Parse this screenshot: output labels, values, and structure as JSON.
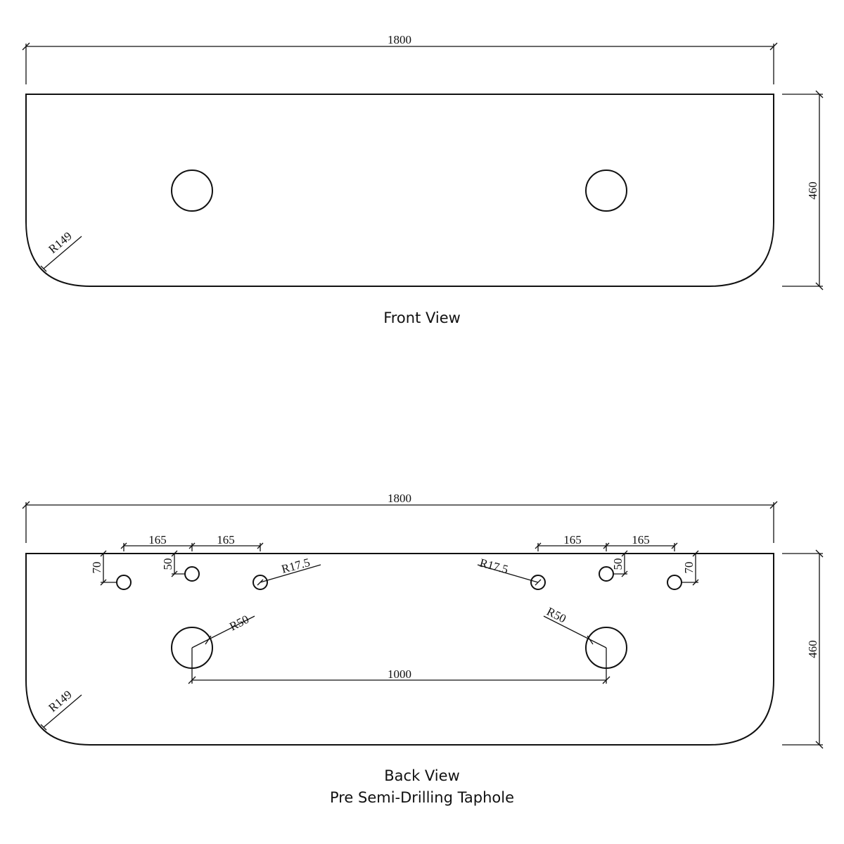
{
  "front_view": {
    "title": "Front View",
    "width_dim": "1800",
    "height_dim": "460",
    "corner_radius_dim": "R149"
  },
  "back_view": {
    "title": "Back View",
    "subtitle": "Pre Semi-Drilling Taphole",
    "width_dim": "1800",
    "height_dim": "460",
    "corner_radius_dim": "R149",
    "tap_spacing_dims": [
      "165",
      "165",
      "165",
      "165"
    ],
    "tap_offset_dims": [
      "70",
      "50",
      "50",
      "70"
    ],
    "taphole_radius_dims": [
      "R17.5",
      "R17.5"
    ],
    "basin_radius_dims": [
      "R50",
      "R50"
    ],
    "basin_centre_dim": "1000"
  },
  "colors": {
    "line": "#111111",
    "background": "#ffffff"
  }
}
